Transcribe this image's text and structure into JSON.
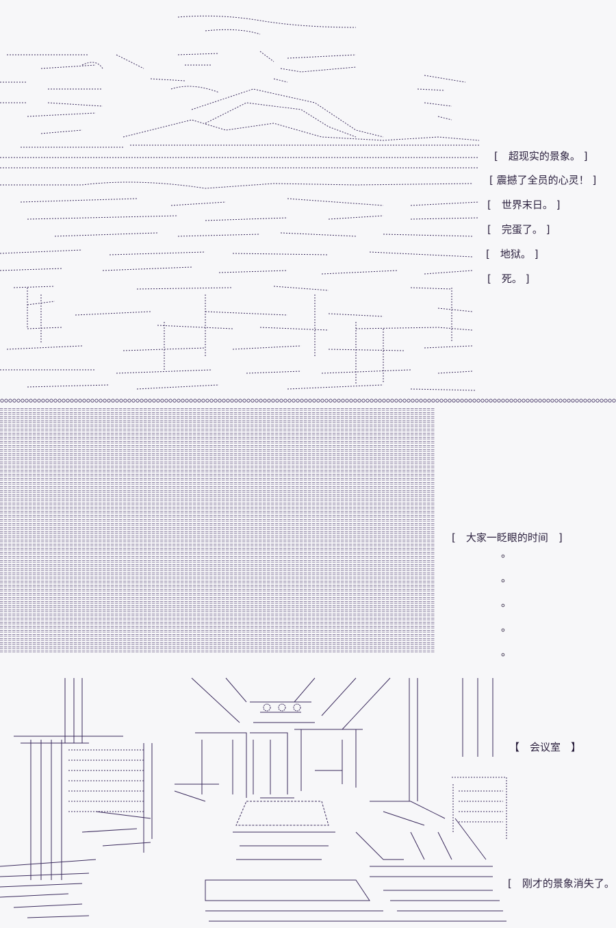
{
  "scene1": {
    "captions": [
      "[　超现实的景象。 ]",
      "[ 震撼了全员的心灵！ ]",
      "[　世界末日。 ]",
      "[　完蛋了。 ]",
      "[　地狱。 ]",
      "[　死。 ]"
    ]
  },
  "scene2": {
    "caption": "[　大家一眨眼的时间　]",
    "dots": [
      "。",
      "。",
      "。",
      "。",
      "。"
    ]
  },
  "scene3": {
    "caption_room": "【　会议室　】",
    "caption_end": "[　刚才的景象消失了。 ]"
  },
  "colors": {
    "ink": "#3a2a5c",
    "text": "#2a1f3d",
    "background": "#f7f7f9"
  }
}
